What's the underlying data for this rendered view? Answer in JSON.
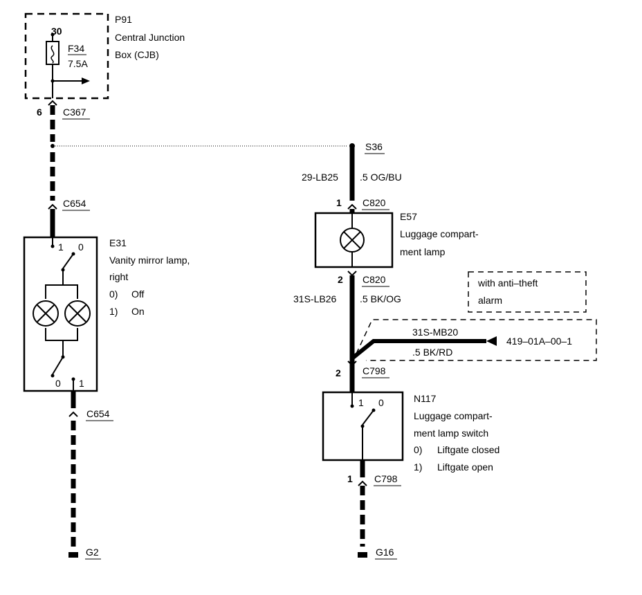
{
  "p91": {
    "id": "P91",
    "line1": "Central Junction",
    "line2": "Box (CJB)",
    "pin": "30",
    "fuse_id": "F34",
    "fuse_rating": "7.5A"
  },
  "c367": {
    "pin": "6",
    "id": "C367"
  },
  "c654_top": {
    "id": "C654"
  },
  "c654_bottom": {
    "id": "C654"
  },
  "e31": {
    "id": "E31",
    "line1": "Vanity mirror lamp,",
    "line2": "right",
    "state0_num": "0)",
    "state0_label": "Off",
    "state1_num": "1)",
    "state1_label": "On",
    "top_pin1": "1",
    "top_pin0": "0",
    "bot_pin0": "0",
    "bot_pin1": "1"
  },
  "g2": {
    "id": "G2"
  },
  "s36": {
    "id": "S36"
  },
  "wire_upper": {
    "circuit": "29-LB25",
    "spec": ".5 OG/BU"
  },
  "c820_top": {
    "pin": "1",
    "id": "C820"
  },
  "e57": {
    "id": "E57",
    "line1": "Luggage compart-",
    "line2": "ment lamp"
  },
  "c820_bottom": {
    "pin": "2",
    "id": "C820"
  },
  "wire_mid": {
    "circuit": "31S-LB26",
    "spec": ".5 BK/OG"
  },
  "antitheft": {
    "line1": "with anti–theft",
    "line2": "alarm"
  },
  "wire_branch": {
    "circuit": "31S-MB20",
    "spec": ".5 BK/RD",
    "ref": "419–01A–00–1"
  },
  "c798_top": {
    "pin": "2",
    "id": "C798"
  },
  "n117": {
    "id": "N117",
    "line1": "Luggage compart-",
    "line2": "ment lamp switch",
    "state0_num": "0)",
    "state0_label": "Liftgate closed",
    "state1_num": "1)",
    "state1_label": "Liftgate open",
    "pin1": "1",
    "pin0": "0"
  },
  "c798_bottom": {
    "pin": "1",
    "id": "C798"
  },
  "g16": {
    "id": "G16"
  }
}
